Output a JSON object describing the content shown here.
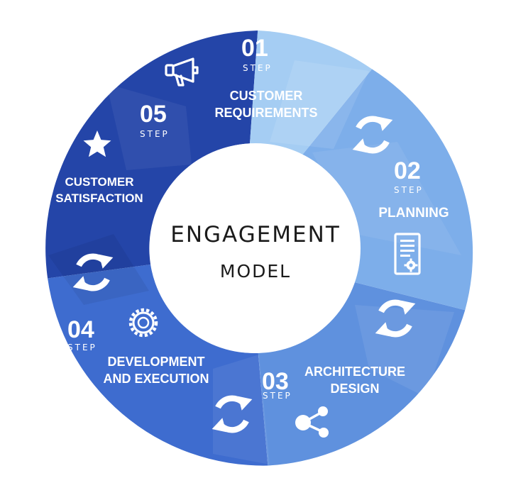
{
  "diagram": {
    "center": {
      "title": "ENGAGEMENT",
      "subtitle": "MODEL"
    },
    "step_word": "STEP",
    "steps": [
      {
        "number": "01",
        "label_line1": "CUSTOMER",
        "label_line2": "REQUIREMENTS",
        "icon": "megaphone-icon",
        "color": "#a5cdf3"
      },
      {
        "number": "02",
        "label_line1": "PLANNING",
        "label_line2": "",
        "icon": "document-gear-icon",
        "color": "#7daeea"
      },
      {
        "number": "03",
        "label_line1": "ARCHITECTURE",
        "label_line2": "DESIGN",
        "icon": "share-icon",
        "color": "#5f91de"
      },
      {
        "number": "04",
        "label_line1": "DEVELOPMENT",
        "label_line2": "AND EXECUTION",
        "icon": "gear-icon",
        "color": "#3e6ccf"
      },
      {
        "number": "05",
        "label_line1": "CUSTOMER",
        "label_line2": "SATISFACTION",
        "icon": "star-icon",
        "color": "#2445a8"
      }
    ],
    "cycle_icon": "refresh-cycle-icon"
  }
}
